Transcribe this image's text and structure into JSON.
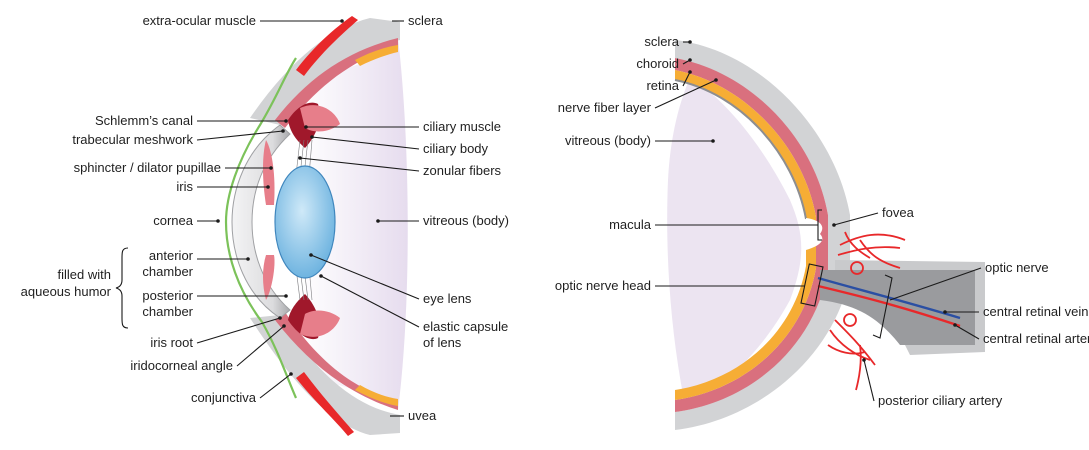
{
  "left_eye": {
    "labels": {
      "extra_ocular_muscle": "extra-ocular muscle",
      "sclera": "sclera",
      "schlemms_canal": "Schlemm’s canal",
      "trabecular_meshwork": "trabecular meshwork",
      "sphincter_dilator": "sphincter / dilator pupillae",
      "iris": "iris",
      "cornea": "cornea",
      "anterior_chamber_1": "anterior",
      "anterior_chamber_2": "chamber",
      "filled_with_1": "filled with",
      "filled_with_2": "aqueous humor",
      "posterior_chamber_1": "posterior",
      "posterior_chamber_2": "chamber",
      "iris_root": "iris root",
      "iridocorneal_angle": "iridocorneal angle",
      "conjunctiva": "conjunctiva",
      "ciliary_muscle": "ciliary muscle",
      "ciliary_body": "ciliary body",
      "zonular_fibers": "zonular fibers",
      "vitreous_body": "vitreous (body)",
      "eye_lens": "eye lens",
      "elastic_capsule_1": "elastic capsule",
      "elastic_capsule_2": "of lens",
      "uvea": "uvea"
    }
  },
  "right_eye": {
    "labels": {
      "sclera": "sclera",
      "choroid": "choroid",
      "retina": "retina",
      "nerve_fiber_layer": "nerve fiber layer",
      "vitreous_body": "vitreous (body)",
      "macula": "macula",
      "fovea": "fovea",
      "optic_nerve_head": "optic nerve head",
      "optic_nerve": "optic nerve",
      "central_retinal_vein": "central retinal vein",
      "central_retinal_artery": "central retinal artery",
      "posterior_ciliary_artery": "posterior ciliary artery"
    }
  },
  "colors": {
    "sclera": "#d2d3d5",
    "choroid": "#d9707e",
    "retina": "#f6ad35",
    "vitreous": "#ece4f1",
    "lens": "#8cc7ea",
    "muscle": "#e8282a",
    "conjunctiva": "#7cc25a",
    "ciliary": "#a0182b",
    "iris": "#e77e8a",
    "optic_nerve": "#8d8e91",
    "vein": "#2b4fa3"
  }
}
